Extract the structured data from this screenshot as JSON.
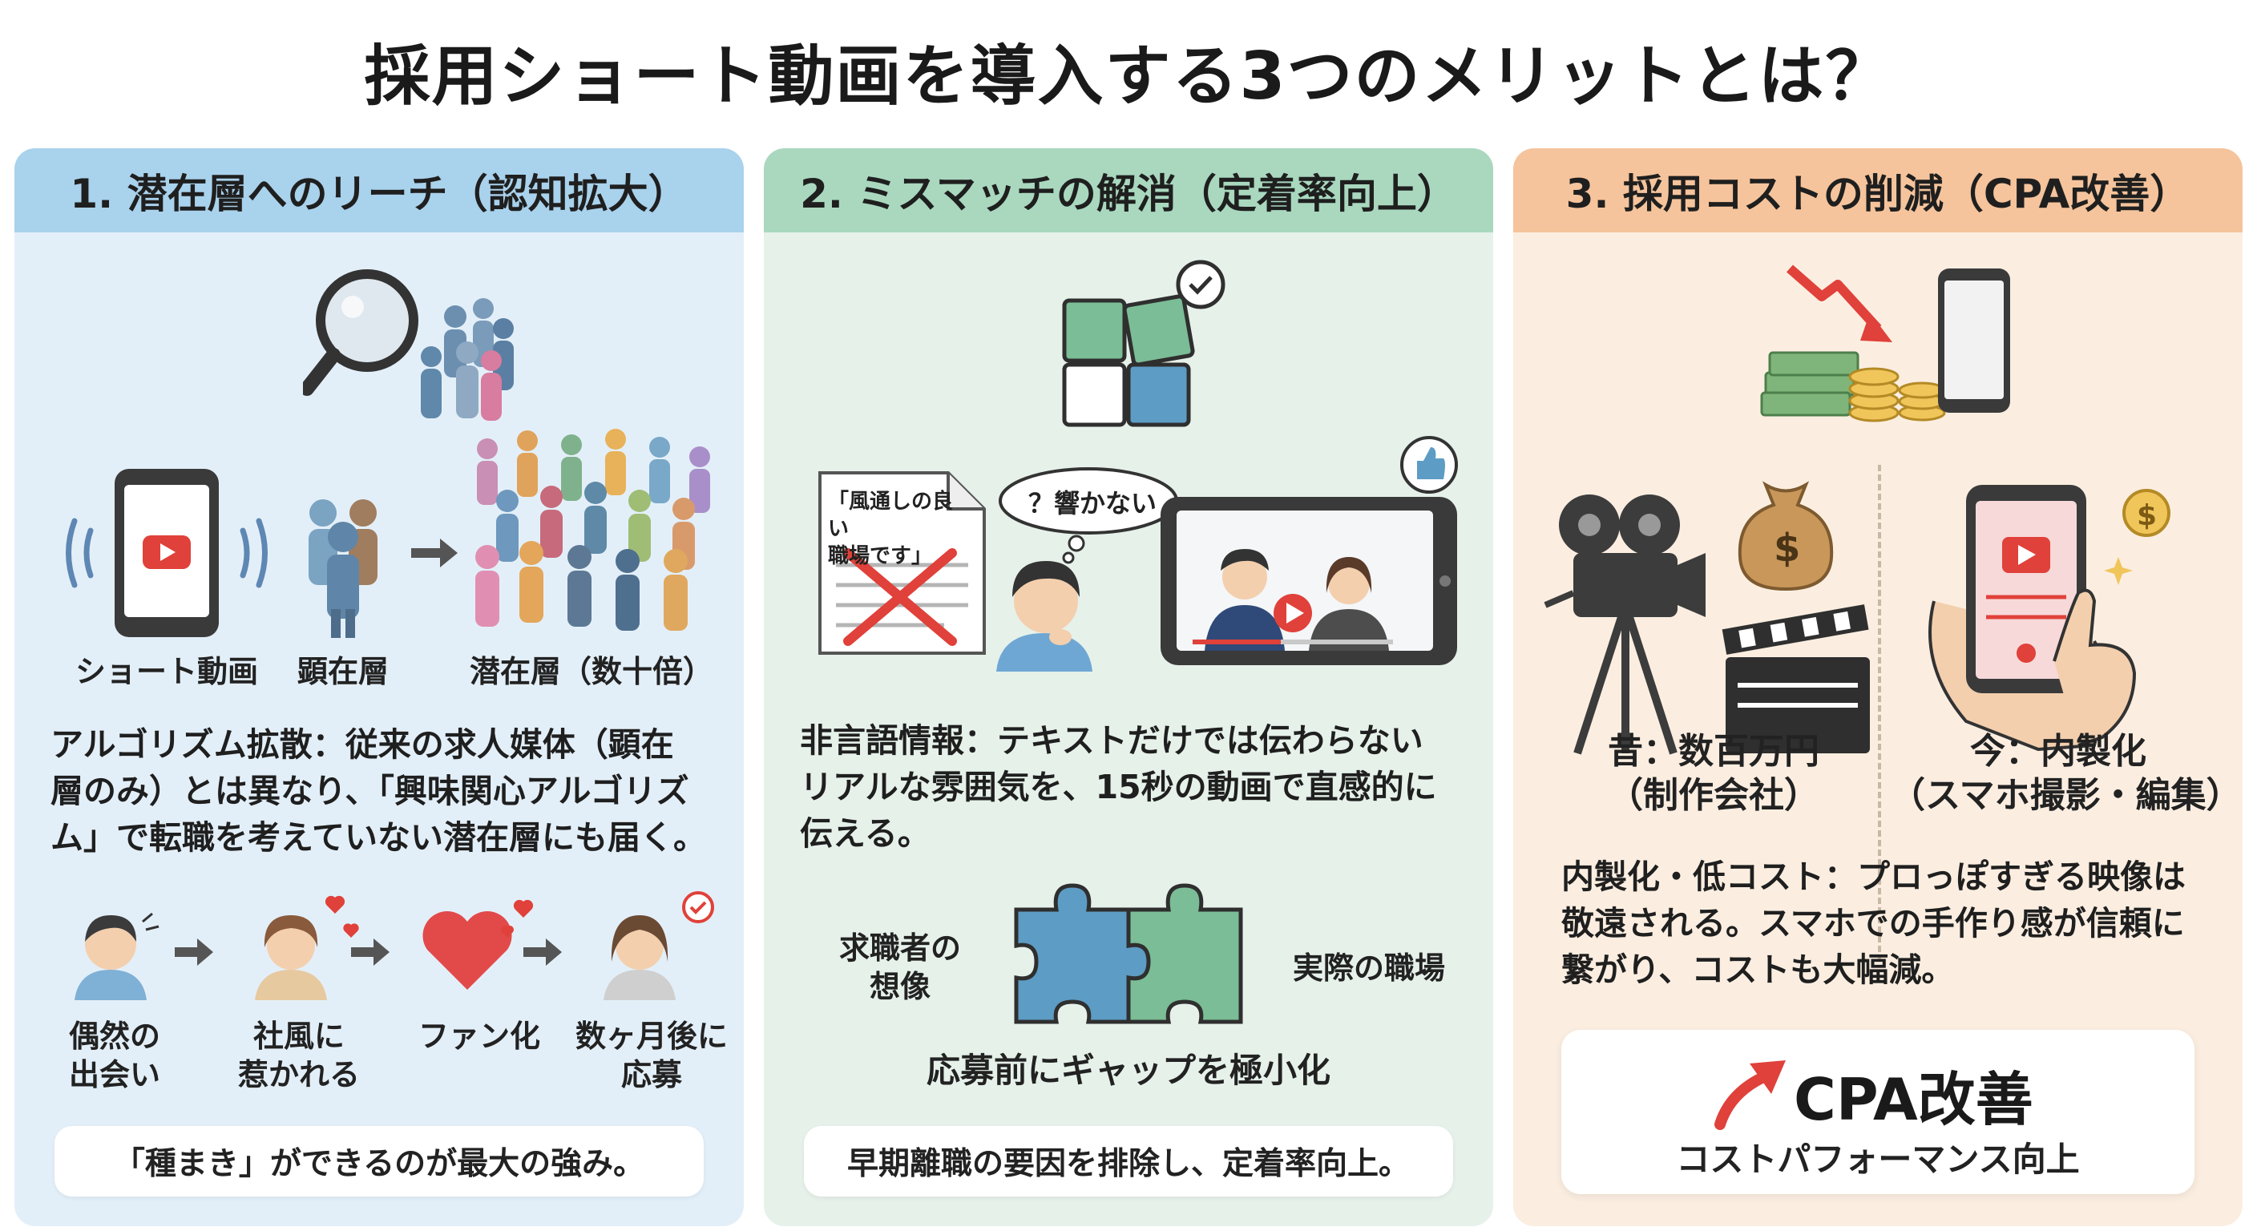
{
  "title": "採用ショート動画を導入する3つのメリットとは？",
  "panels": [
    {
      "header": "1. 潜在層へのリーチ（認知拡大）",
      "labels": {
        "short_video": "ショート動画",
        "apparent": "顕在層",
        "latent": "潜在層（数十倍）"
      },
      "paragraph_lines": [
        "アルゴリズム拡散：従来の求人媒体（顕在",
        "層のみ）とは異なり、「興味関心アルゴリズ",
        "ム」で転職を考えていない潜在層にも届く。"
      ],
      "steps": [
        {
          "lines": [
            "偶然の",
            "出会い"
          ]
        },
        {
          "lines": [
            "社風に",
            "惹かれる"
          ]
        },
        {
          "lines": [
            "ファン化"
          ]
        },
        {
          "lines": [
            "数ヶ月後に",
            "応募"
          ]
        }
      ],
      "footer": "「種まき」ができるのが最大の強み。"
    },
    {
      "header": "2. ミスマッチの解消（定着率向上）",
      "doc_text_lines": [
        "「風通しの良い",
        "職場です」"
      ],
      "bubble_text": "？響かない",
      "paragraph_lines": [
        "非言語情報：テキストだけでは伝わらない",
        "リアルな雰囲気を、15秒の動画で直感的に",
        "伝える。"
      ],
      "puzzle_left": [
        "求職者の",
        "想像"
      ],
      "puzzle_right": "実際の職場",
      "puzzle_caption": "応募前にギャップを極小化",
      "footer": "早期離職の要因を排除し、定着率向上。"
    },
    {
      "header": "3. 採用コストの削減（CPA改善）",
      "before_lines": [
        "昔：数百万円",
        "（制作会社）"
      ],
      "after_lines": [
        "今：内製化",
        "（スマホ撮影・編集）"
      ],
      "paragraph_lines": [
        "内製化・低コスト：プロっぽすぎる映像は",
        "敬遠される。スマホでの手作り感が信頼に",
        "繋がり、コストも大幅減。"
      ],
      "cpa_title": "CPA改善",
      "cpa_sub": "コストパフォーマンス向上"
    }
  ],
  "colors": {
    "panel1_bg": "#e3eff8",
    "panel1_header": "#a9d2ec",
    "panel2_bg": "#e6f1ea",
    "panel2_header": "#a9d8bf",
    "panel3_bg": "#fbeee1",
    "panel3_header": "#f5c49c",
    "red": "#e0413a",
    "blue_piece": "#5d9cc4",
    "green_piece": "#7bbd96"
  }
}
